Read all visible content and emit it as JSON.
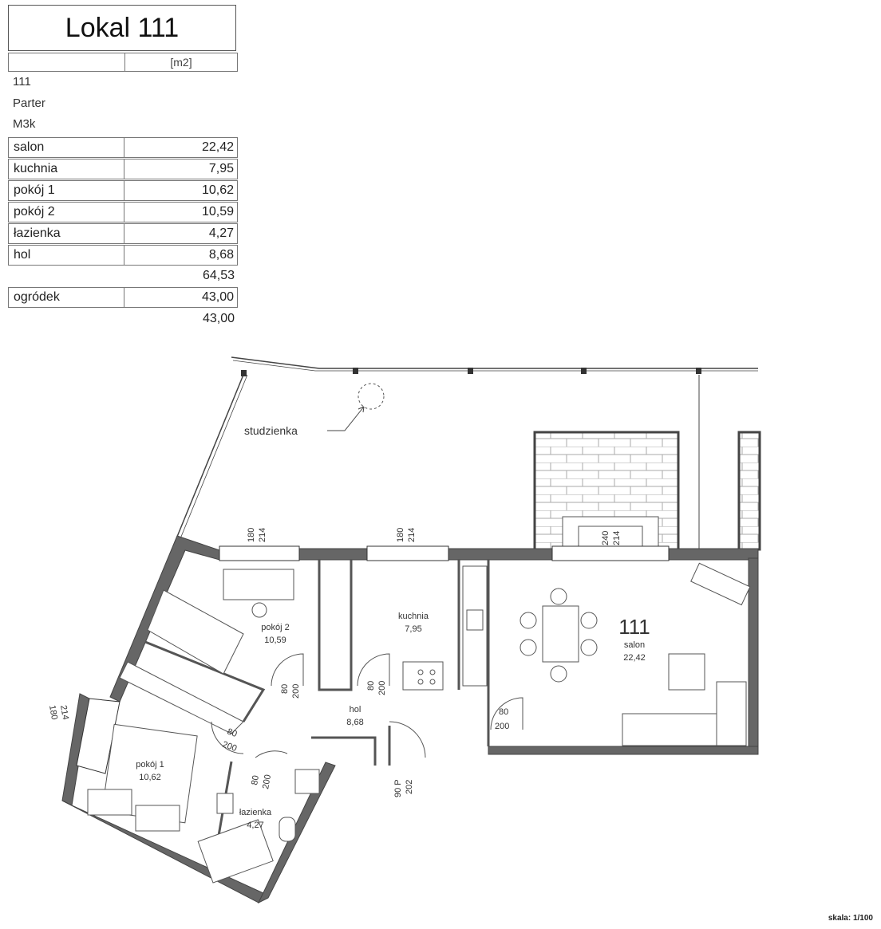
{
  "header": {
    "title": "Lokal 111",
    "unit": "[m2]",
    "number": "111",
    "floor": "Parter",
    "type": "M3k"
  },
  "rooms": [
    {
      "name": "salon",
      "area": "22,42"
    },
    {
      "name": "kuchnia",
      "area": "7,95"
    },
    {
      "name": "pokój 1",
      "area": "10,62"
    },
    {
      "name": "pokój 2",
      "area": "10,59"
    },
    {
      "name": "łazienka",
      "area": "4,27"
    },
    {
      "name": "hol",
      "area": "8,68"
    }
  ],
  "rooms_total": "64,53",
  "garden": {
    "name": "ogródek",
    "area": "43,00"
  },
  "garden_total": "43,00",
  "plan": {
    "unit_number": "111",
    "well_label": "studzienka",
    "labels": {
      "salon": {
        "name": "salon",
        "area": "22,42"
      },
      "kuchnia": {
        "name": "kuchnia",
        "area": "7,95"
      },
      "pokoj1": {
        "name": "pokój 1",
        "area": "10,62"
      },
      "pokoj2": {
        "name": "pokój 2",
        "area": "10,59"
      },
      "lazienka": {
        "name": "łazienka",
        "area": "4,27"
      },
      "hol": {
        "name": "hol",
        "area": "8,68"
      }
    },
    "window_dims": [
      "180",
      "214"
    ],
    "window_dims_balcony": [
      "240",
      "214"
    ],
    "door_dims": [
      "80",
      "200"
    ],
    "entry_door_dims": [
      "90 P",
      "202"
    ]
  },
  "scale": "skala: 1/100"
}
